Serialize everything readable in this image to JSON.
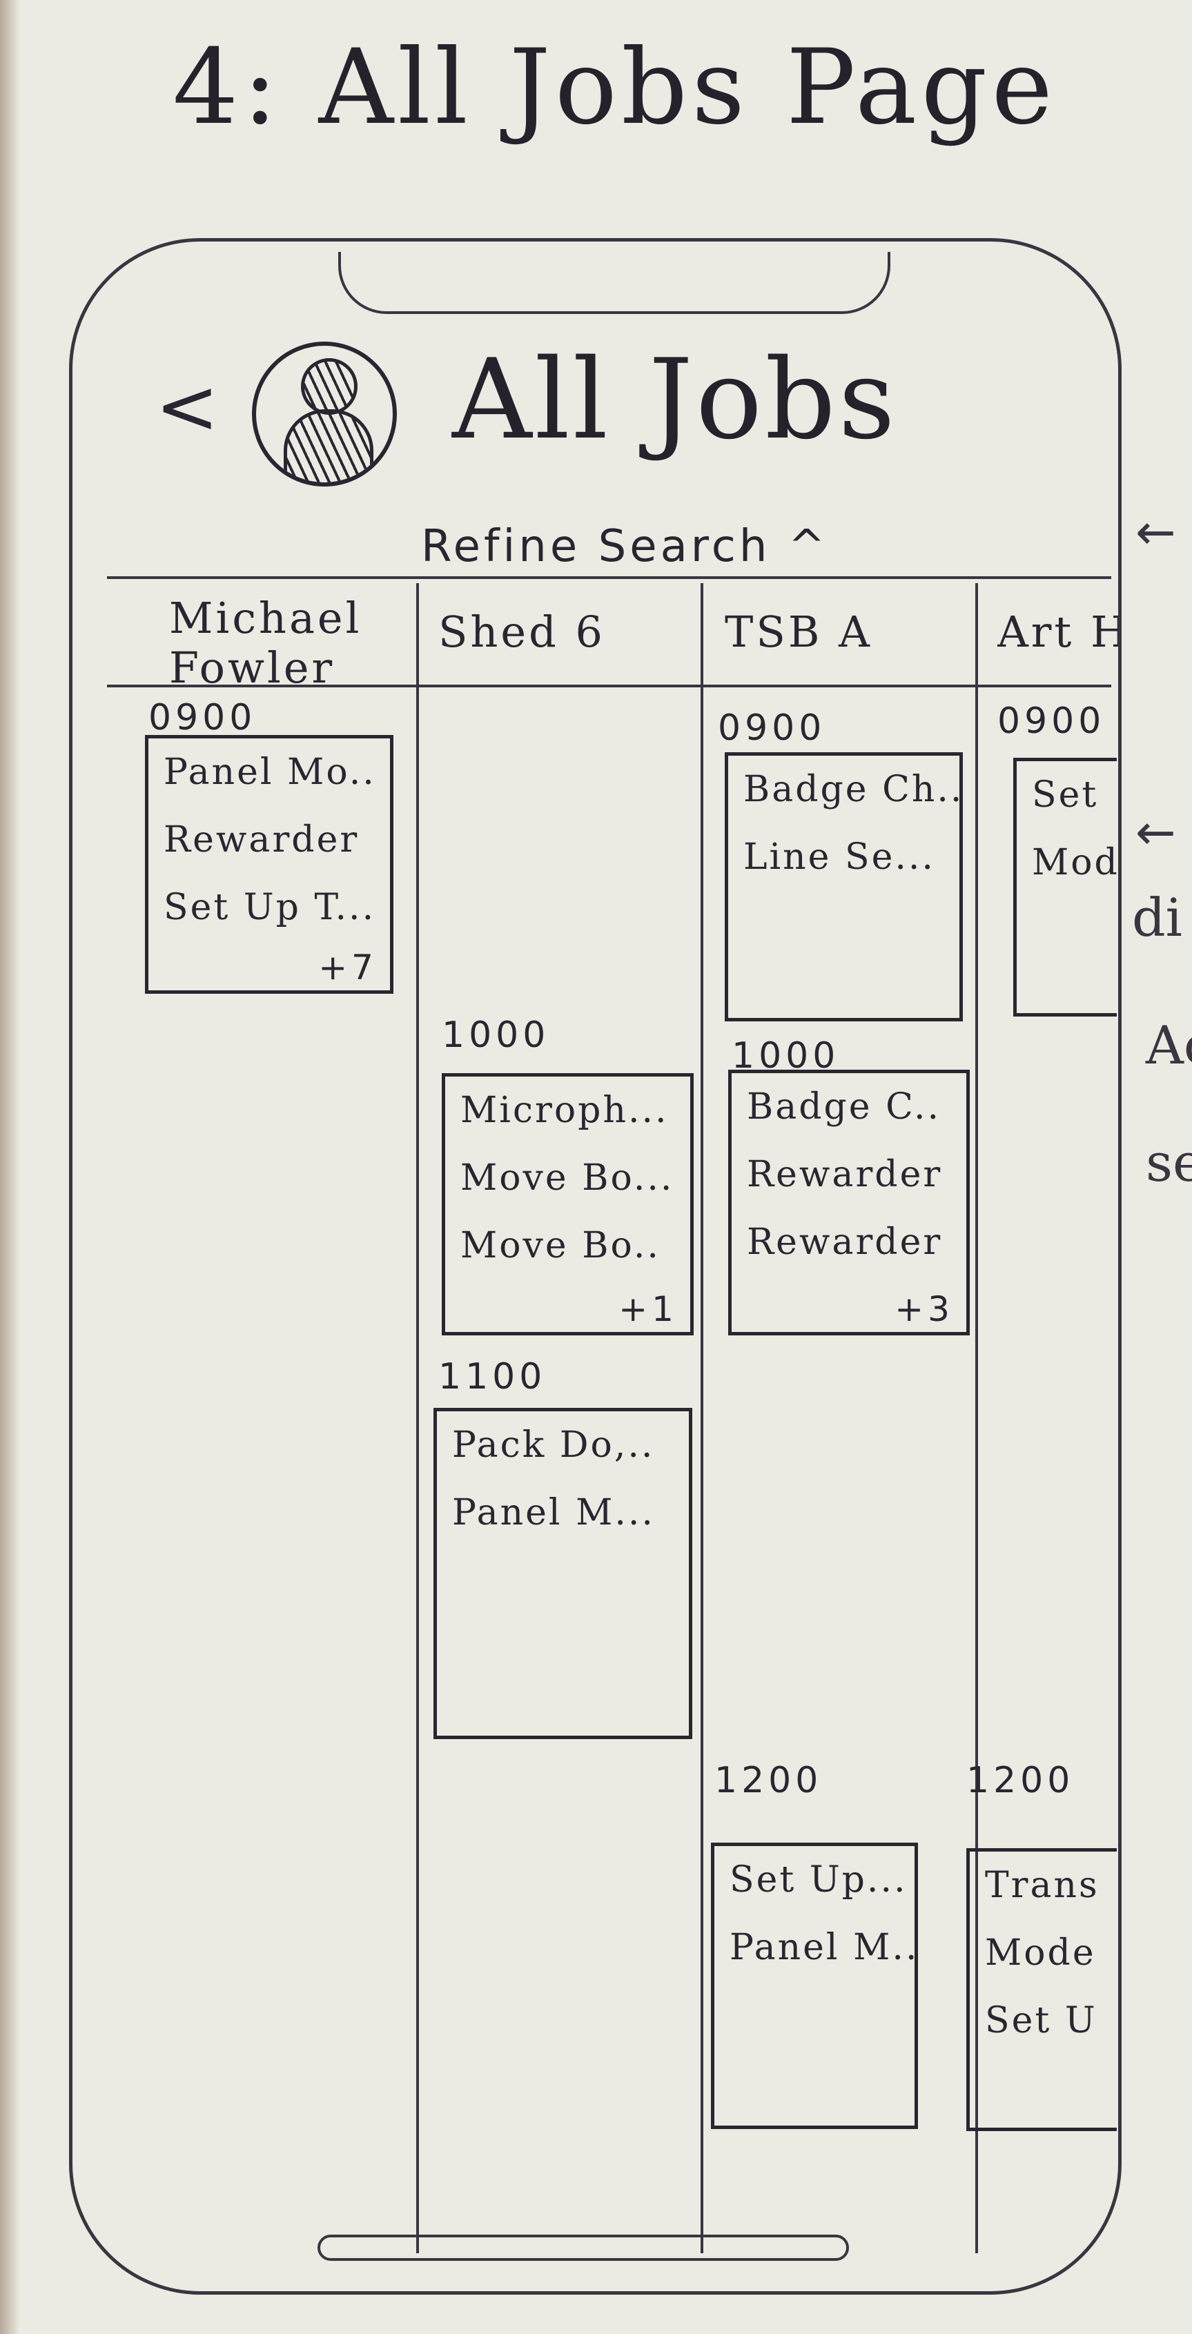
{
  "sheet": {
    "title": "4: All Jobs Page",
    "margin_notes": [
      "di",
      "Ac",
      "se"
    ]
  },
  "header": {
    "back": "<",
    "title": "All Jobs",
    "refine_search": "Refine Search ^"
  },
  "columns": [
    {
      "name": "Michael\nFowler"
    },
    {
      "name": "Shed 6"
    },
    {
      "name": "TSB A"
    },
    {
      "name": "Art H"
    }
  ],
  "blocks": [
    {
      "column": 0,
      "time": "0900",
      "items": [
        "Panel Mo..",
        "Rewarder",
        "Set Up T..."
      ],
      "more": "+7"
    },
    {
      "column": 1,
      "time": "1000",
      "items": [
        "Microph...",
        "Move Bo...",
        "Move Bo.."
      ],
      "more": "+1"
    },
    {
      "column": 1,
      "time": "1100",
      "items": [
        "Pack Do,..",
        "Panel M..."
      ],
      "more": ""
    },
    {
      "column": 2,
      "time": "0900",
      "items": [
        "Badge Ch..",
        "Line Se..."
      ],
      "more": ""
    },
    {
      "column": 2,
      "time": "1000",
      "items": [
        "Badge C..",
        "Rewarder",
        "Rewarder"
      ],
      "more": "+3"
    },
    {
      "column": 2,
      "time": "1200",
      "items": [
        "Set Up...",
        "Panel M.."
      ],
      "more": ""
    },
    {
      "column": 3,
      "time": "0900",
      "items": [
        "Set",
        "Mod"
      ],
      "more": ""
    },
    {
      "column": 3,
      "time": "1200",
      "items": [
        "Trans",
        "Mode",
        "Set U"
      ],
      "more": ""
    }
  ]
}
